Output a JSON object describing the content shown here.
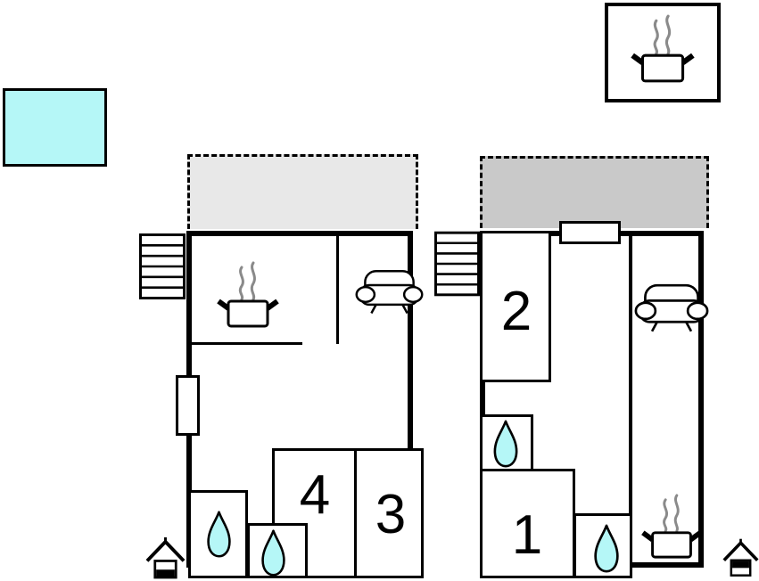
{
  "page": {
    "type": "floor-plan-diagram",
    "background": "#ffffff"
  },
  "colors": {
    "highlight_cyan": "#b5f7f7",
    "terrace_left_gray": "#e8e8e8",
    "terrace_right_gray": "#c9c9c9",
    "wall_black": "#000000",
    "steam_gray": "#8a8a8a"
  },
  "legend": {
    "color_swatch": {
      "color": "#b5f7f7"
    },
    "kitchen_box": {
      "icon": "kitchen-pot-icon"
    }
  },
  "plans": {
    "left": {
      "name": "floor-plan-left",
      "rooms": [
        {
          "id": "room4",
          "label": "4"
        },
        {
          "id": "room3",
          "label": "3"
        }
      ],
      "icons": [
        "stairs-icon",
        "kitchen-pot-icon",
        "sofa-icon",
        "water-drop-icon",
        "water-drop-icon",
        "house-entrance-lower-icon"
      ]
    },
    "right": {
      "name": "floor-plan-right",
      "rooms": [
        {
          "id": "room2",
          "label": "2"
        },
        {
          "id": "room1",
          "label": "1"
        }
      ],
      "icons": [
        "stairs-icon",
        "sofa-icon",
        "water-drop-icon",
        "water-drop-icon",
        "kitchen-pot-icon",
        "house-entrance-upper-icon"
      ]
    }
  }
}
